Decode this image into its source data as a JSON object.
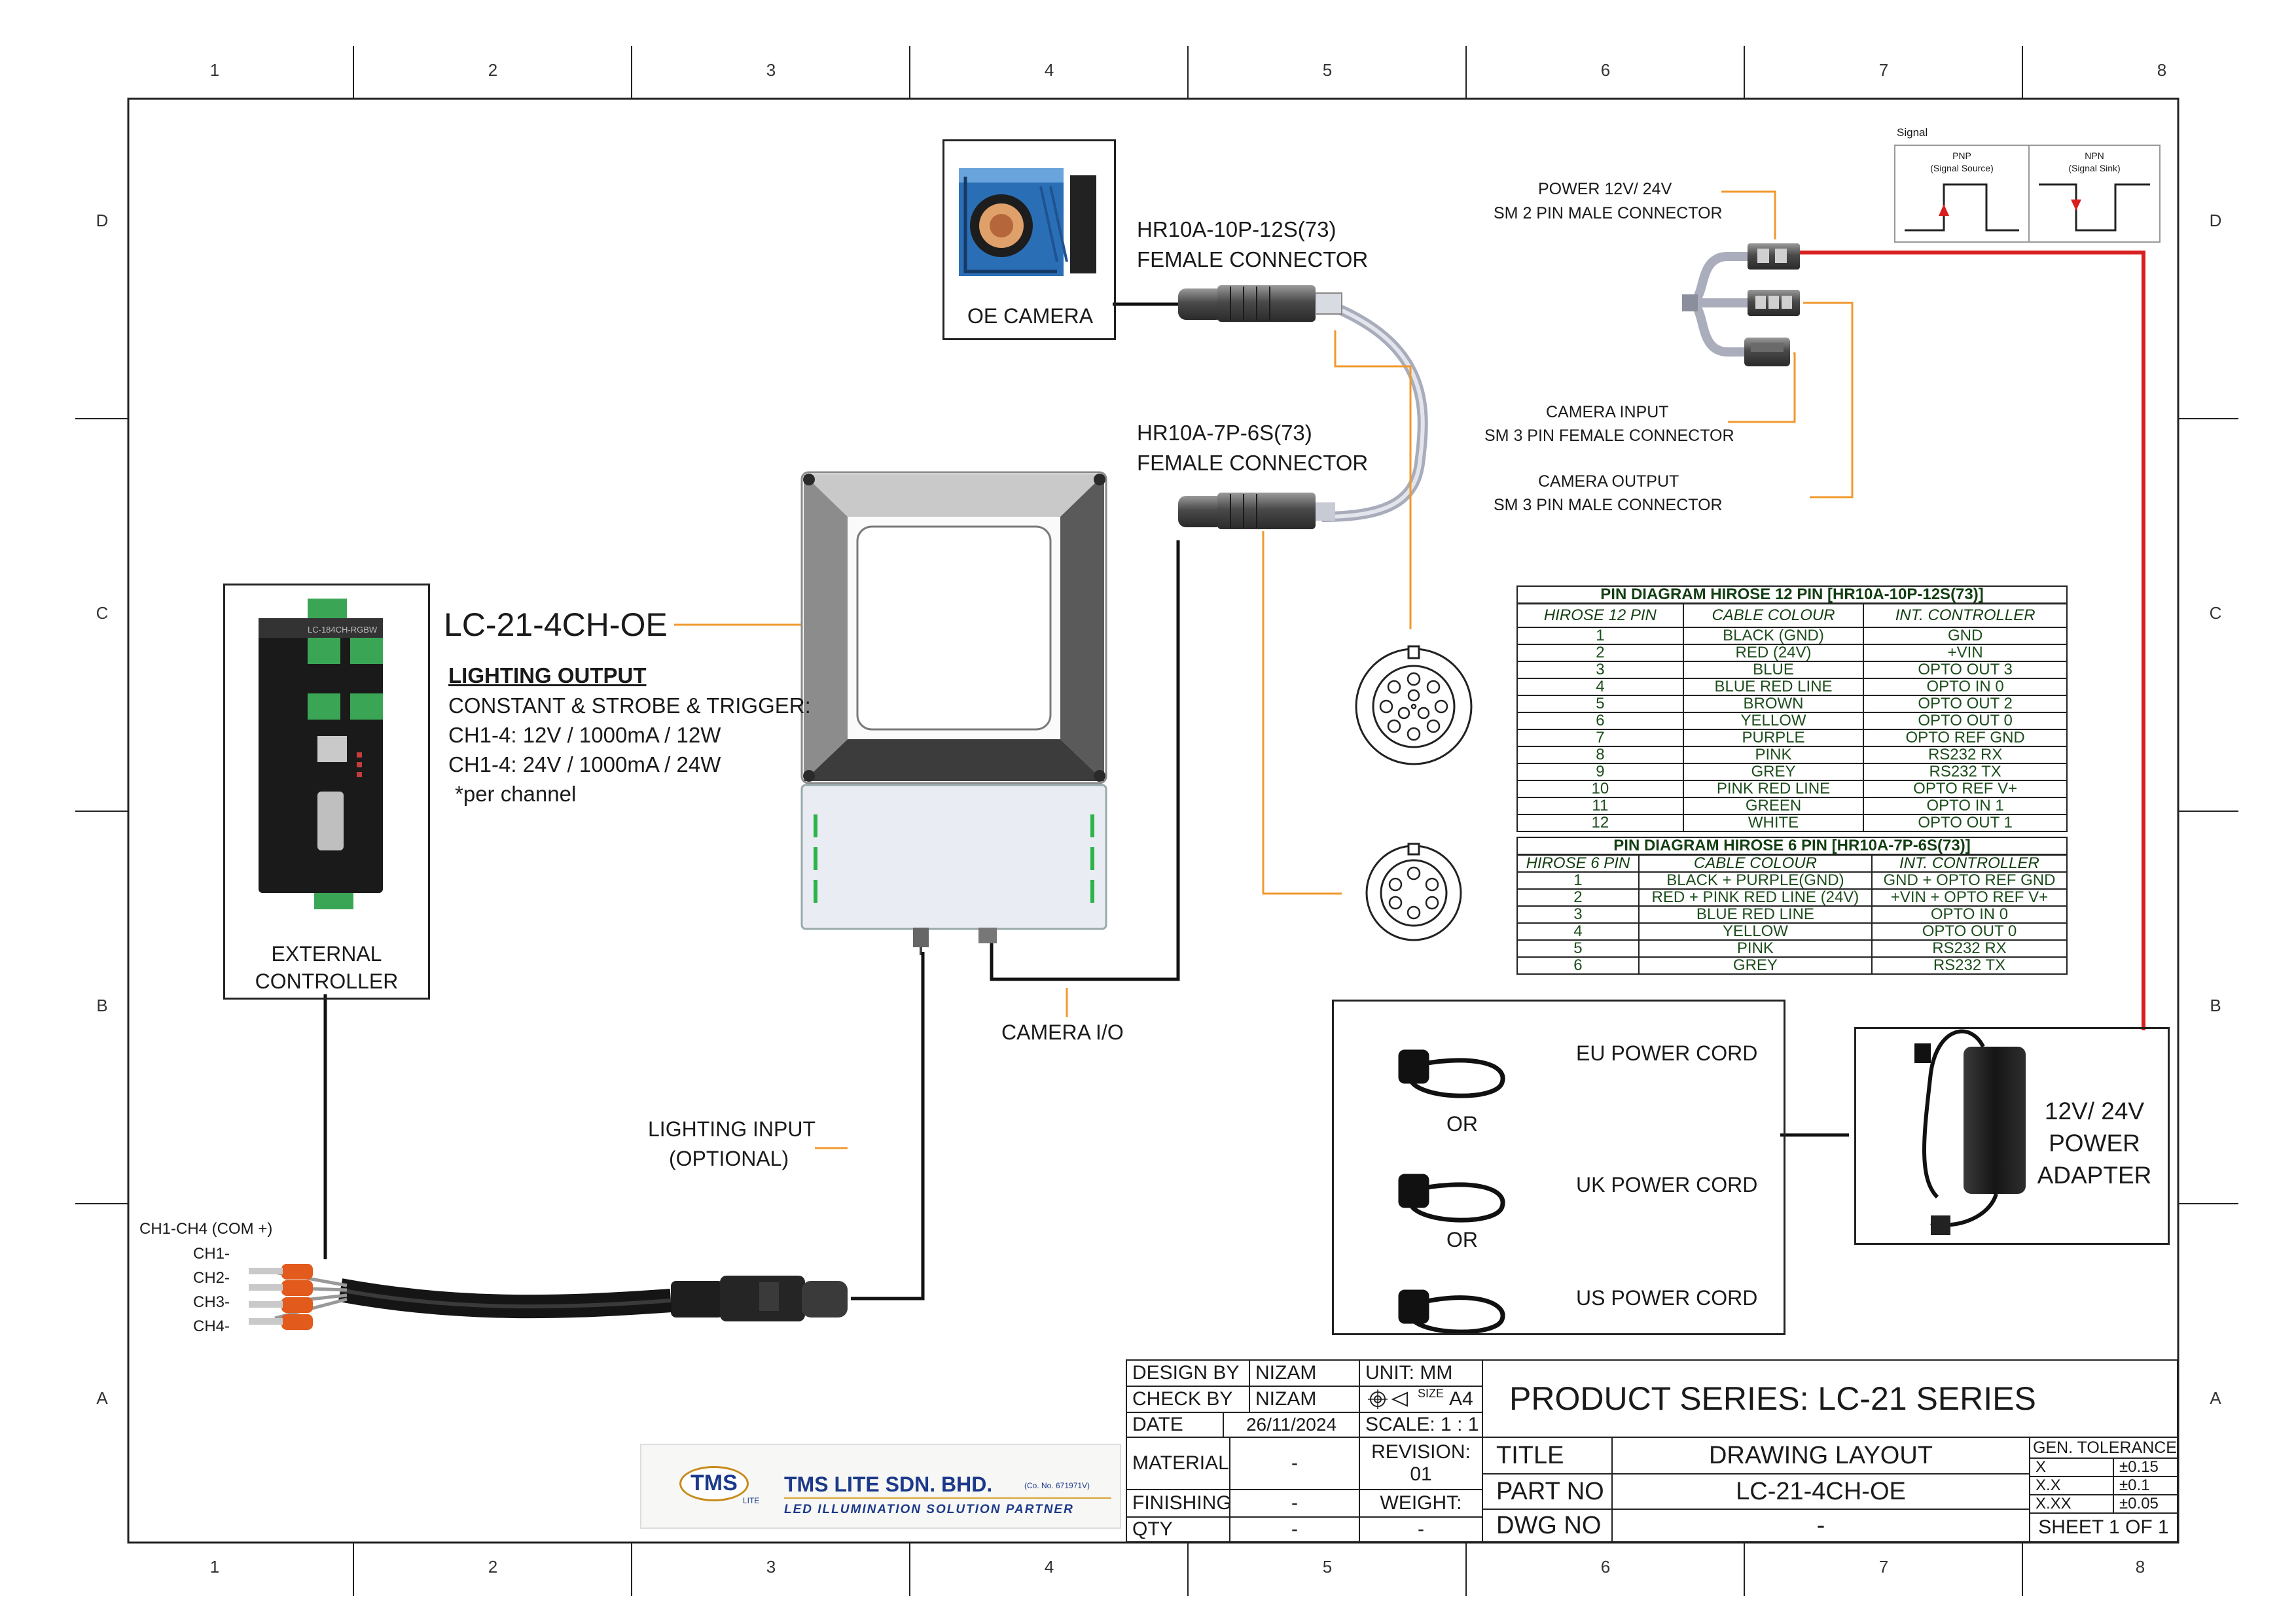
{
  "zones": {
    "columns": [
      "1",
      "2",
      "3",
      "4",
      "5",
      "6",
      "7",
      "8"
    ],
    "rows": [
      "D",
      "C",
      "B",
      "A"
    ]
  },
  "camera": {
    "label": "OE CAMERA",
    "connector_a_part": "HR10A-10P-12S(73)",
    "connector_a_type": "FEMALE CONNECTOR",
    "connector_b_part": "HR10A-7P-6S(73)",
    "connector_b_type": "FEMALE CONNECTOR"
  },
  "cable_branches": {
    "power_line1": "POWER 12V/ 24V",
    "power_line2": "SM 2 PIN MALE CONNECTOR",
    "cam_input_line1": "CAMERA INPUT",
    "cam_input_line2": "SM 3 PIN FEMALE CONNECTOR",
    "cam_output_line1": "CAMERA OUTPUT",
    "cam_output_line2": "SM 3 PIN MALE CONNECTOR"
  },
  "signal": {
    "title": "Signal",
    "pnp_label": "PNP",
    "pnp_sub": "(Signal Source)",
    "npn_label": "NPN",
    "npn_sub": "(Signal Sink)"
  },
  "light": {
    "model": "LC-21-4CH-OE",
    "output_heading": "LIGHTING OUTPUT",
    "output_lines": [
      "CONSTANT & STROBE & TRIGGER:",
      "CH1-4: 12V / 1000mA / 12W",
      "CH1-4: 24V / 1000mA / 24W",
      "*per channel"
    ],
    "camera_io": "CAMERA I/O",
    "lighting_input_line1": "LIGHTING INPUT",
    "lighting_input_line2": "(OPTIONAL)"
  },
  "controller": {
    "line1": "EXTERNAL",
    "line2": "CONTROLLER",
    "device_label": "LC-184CH-RGBW"
  },
  "channel_labels": [
    "CH1-CH4 (COM +)",
    "CH1-",
    "CH2-",
    "CH3-",
    "CH4-"
  ],
  "pin12": {
    "title": "PIN DIAGRAM HIROSE 12 PIN [HR10A-10P-12S(73)]",
    "headers": [
      "HIROSE 12 PIN",
      "CABLE COLOUR",
      "INT. CONTROLLER"
    ],
    "rows": [
      [
        "1",
        "BLACK (GND)",
        "GND"
      ],
      [
        "2",
        "RED (24V)",
        "+VIN"
      ],
      [
        "3",
        "BLUE",
        "OPTO OUT 3"
      ],
      [
        "4",
        "BLUE RED LINE",
        "OPTO IN 0"
      ],
      [
        "5",
        "BROWN",
        "OPTO OUT 2"
      ],
      [
        "6",
        "YELLOW",
        "OPTO OUT 0"
      ],
      [
        "7",
        "PURPLE",
        "OPTO REF GND"
      ],
      [
        "8",
        "PINK",
        "RS232 RX"
      ],
      [
        "9",
        "GREY",
        "RS232 TX"
      ],
      [
        "10",
        "PINK RED LINE",
        "OPTO REF V+"
      ],
      [
        "11",
        "GREEN",
        "OPTO IN 1"
      ],
      [
        "12",
        "WHITE",
        "OPTO OUT 1"
      ]
    ]
  },
  "pin6": {
    "title": "PIN DIAGRAM HIROSE 6 PIN [HR10A-7P-6S(73)]",
    "headers": [
      "HIROSE 6 PIN",
      "CABLE COLOUR",
      "INT. CONTROLLER"
    ],
    "rows": [
      [
        "1",
        "BLACK + PURPLE(GND)",
        "GND + OPTO REF GND"
      ],
      [
        "2",
        "RED + PINK RED LINE (24V)",
        "+VIN + OPTO REF V+"
      ],
      [
        "3",
        "BLUE RED LINE",
        "OPTO IN 0"
      ],
      [
        "4",
        "YELLOW",
        "OPTO OUT 0"
      ],
      [
        "5",
        "PINK",
        "RS232 RX"
      ],
      [
        "6",
        "GREY",
        "RS232 TX"
      ]
    ]
  },
  "power": {
    "eu": "EU POWER CORD",
    "uk": "UK POWER CORD",
    "us": "US POWER CORD",
    "or": "OR",
    "adapter_line1": "12V/ 24V",
    "adapter_line2": "POWER",
    "adapter_line3": "ADAPTER"
  },
  "company": {
    "logo": "TMS",
    "logo_sub": "LITE",
    "name": "TMS LITE SDN. BHD.",
    "reg": "(Co. No. 671971V)",
    "tagline": "LED ILLUMINATION SOLUTION PARTNER"
  },
  "title_block": {
    "design_by_label": "DESIGN BY",
    "design_by": "NIZAM",
    "check_by_label": "CHECK BY",
    "check_by": "NIZAM",
    "date_label": "DATE",
    "date": "26/11/2024",
    "unit": "UNIT:  MM",
    "size_label": "SIZE",
    "size": "A4",
    "scale": "SCALE: 1 : 1",
    "product_series": "PRODUCT SERIES: LC-21 SERIES",
    "material_label": "MATERIAL",
    "material": "-",
    "revision_label": "REVISION:",
    "revision": "01",
    "finishing_label": "FINISHING",
    "finishing": "-",
    "weight_label": "WEIGHT:",
    "weight": "-",
    "qty_label": "QTY",
    "qty": "-",
    "title_label": "TITLE",
    "title": "DRAWING LAYOUT",
    "part_no_label": "PART NO",
    "part_no": "LC-21-4CH-OE",
    "dwg_no_label": "DWG NO",
    "dwg_no": "-",
    "tolerance_header": "GEN. TOLERANCES",
    "tolerances": [
      [
        "X",
        "±0.15"
      ],
      [
        "X.X",
        "±0.1"
      ],
      [
        "X.XX",
        "±0.05"
      ]
    ],
    "sheet": "SHEET 1 OF 1"
  },
  "colors": {
    "orange": "#f0992d",
    "red": "#d81e1e",
    "table_green": "#1d4d1d",
    "camera_blue": "#2a6fb5"
  }
}
